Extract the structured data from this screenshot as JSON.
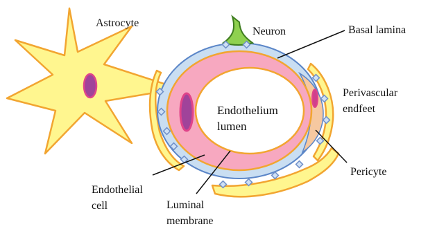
{
  "labels": {
    "astrocyte": "Astrocyte",
    "neuron": "Neuron",
    "basal_lamina": "Basal lamina",
    "perivascular_line1": "Perivascular",
    "perivascular_line2": "endfeet",
    "lumen_line1": "Endothelium",
    "lumen_line2": "lumen",
    "pericyte": "Pericyte",
    "endothelial_line1": "Endothelial",
    "endothelial_line2": "cell",
    "luminal_line1": "Luminal",
    "luminal_line2": "membrane"
  },
  "colors": {
    "astrocyte_fill": "#fff68f",
    "astrocyte_outline": "#f2a531",
    "nucleus_fill": "#a0439a",
    "nucleus_outline": "#e0448a",
    "basal_lamina_fill": "#c9def2",
    "basal_lamina_outline": "#5b86c8",
    "endothelial_fill": "#f7a8c0",
    "endothelial_outline": "#f2a531",
    "lumen_fill": "#ffffff",
    "pericyte_fill": "#f6c8a0",
    "neuron_fill": "#8fd14f",
    "neuron_outline": "#3f7d20",
    "receptor_fill": "#cfe0f5",
    "receptor_outline": "#6f8fc9"
  }
}
